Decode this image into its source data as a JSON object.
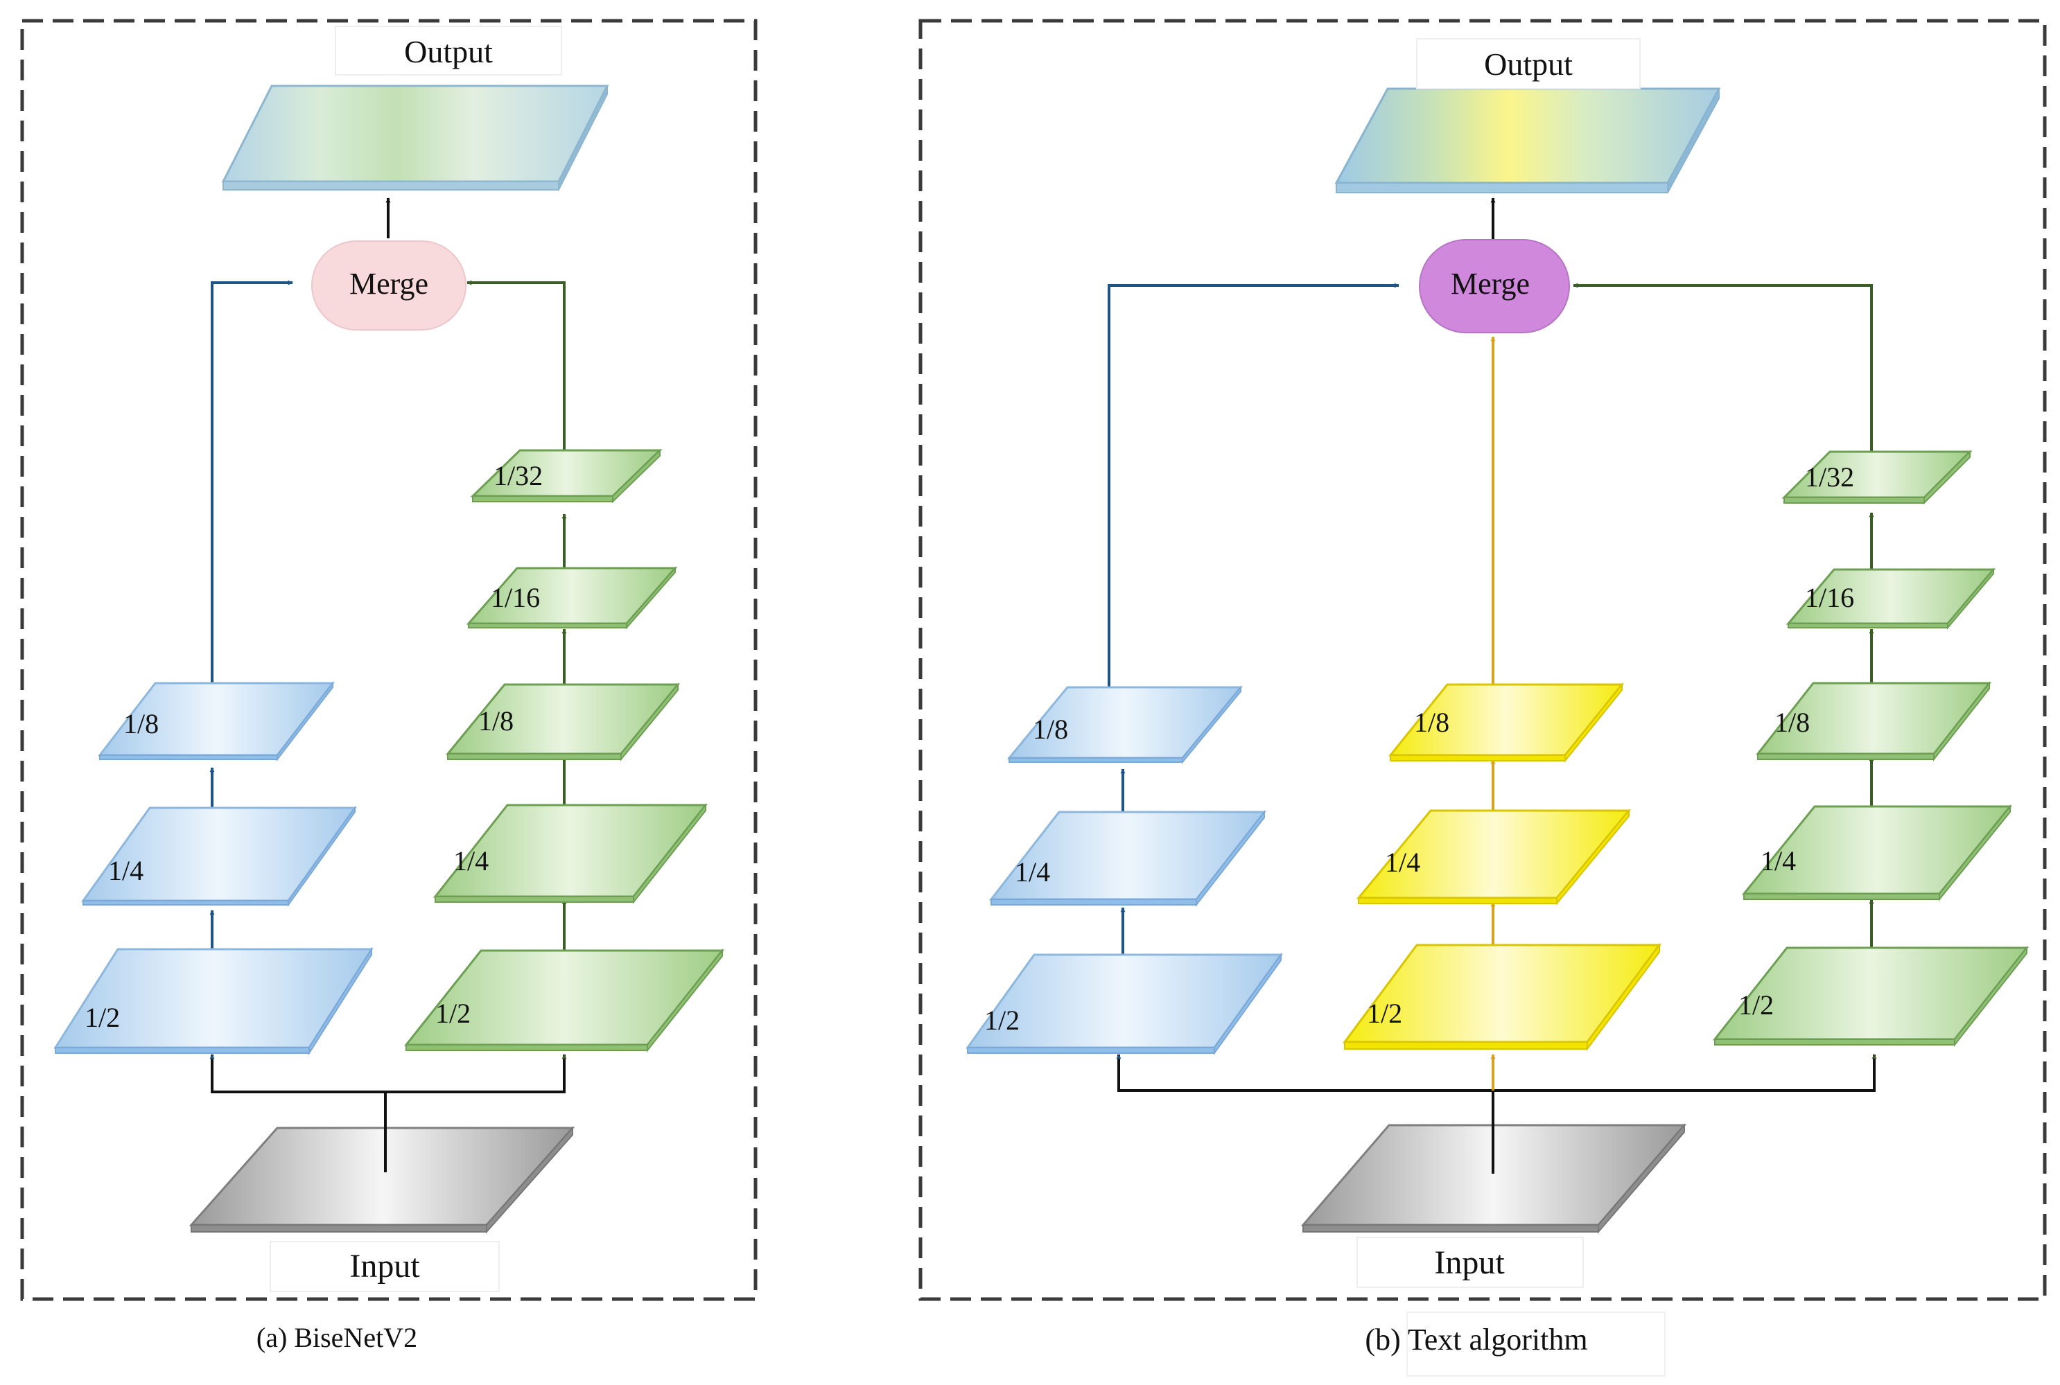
{
  "panels": [
    {
      "caption": "(a) BiseNetV2",
      "output_label": "Output",
      "merge_label": "Merge",
      "input_label": "Input",
      "merge_color": "#f8dadd",
      "blue_branch": [
        "1/2",
        "1/4",
        "1/8"
      ],
      "green_branch": [
        "1/2",
        "1/4",
        "1/8",
        "1/16",
        "1/32"
      ]
    },
    {
      "caption": "(b) Text algorithm",
      "output_label": "Output",
      "merge_label": "Merge",
      "input_label": "Input",
      "merge_color": "#cf88dc",
      "blue_branch": [
        "1/2",
        "1/4",
        "1/8"
      ],
      "yellow_branch": [
        "1/2",
        "1/4",
        "1/8"
      ],
      "green_branch": [
        "1/2",
        "1/4",
        "1/8",
        "1/16",
        "1/32"
      ]
    }
  ],
  "colors": {
    "blue_branch": "#a9cdee",
    "green_branch": "#a6d18e",
    "yellow_branch": "#f7f020",
    "input_plate": "#a7a7a7",
    "blue_arrow": "#1d5484",
    "green_arrow": "#3b5e26",
    "yellow_arrow": "#d6a21f",
    "black_arrow": "#111111"
  }
}
